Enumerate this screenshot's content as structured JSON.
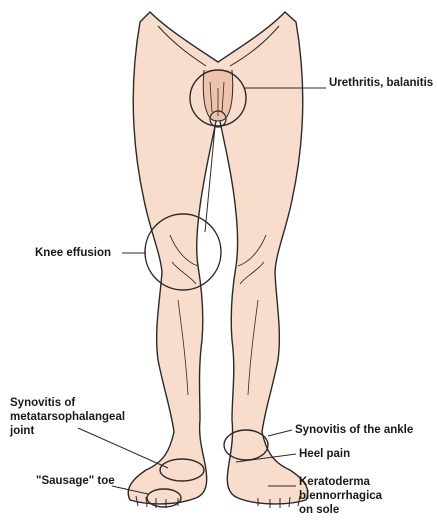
{
  "colors": {
    "skin": "#f9ddcc",
    "skin_shade": "#efc3ab",
    "outline": "#2a2a2a",
    "text": "#1a1a1a",
    "background": "#ffffff"
  },
  "labels": {
    "urethritis": "Urethritis, balanitis",
    "knee_effusion": "Knee effusion",
    "mtp_line1": "Synovitis of",
    "mtp_line2": "metatarsophalangeal",
    "mtp_line3": "joint",
    "sausage_toe": "\"Sausage\" toe",
    "ankle_synovitis": "Synovitis of the ankle",
    "heel_pain": "Heel pain",
    "kerato_line1": "Keratoderma",
    "kerato_line2": "blennorrhagica",
    "kerato_line3": "on sole"
  }
}
